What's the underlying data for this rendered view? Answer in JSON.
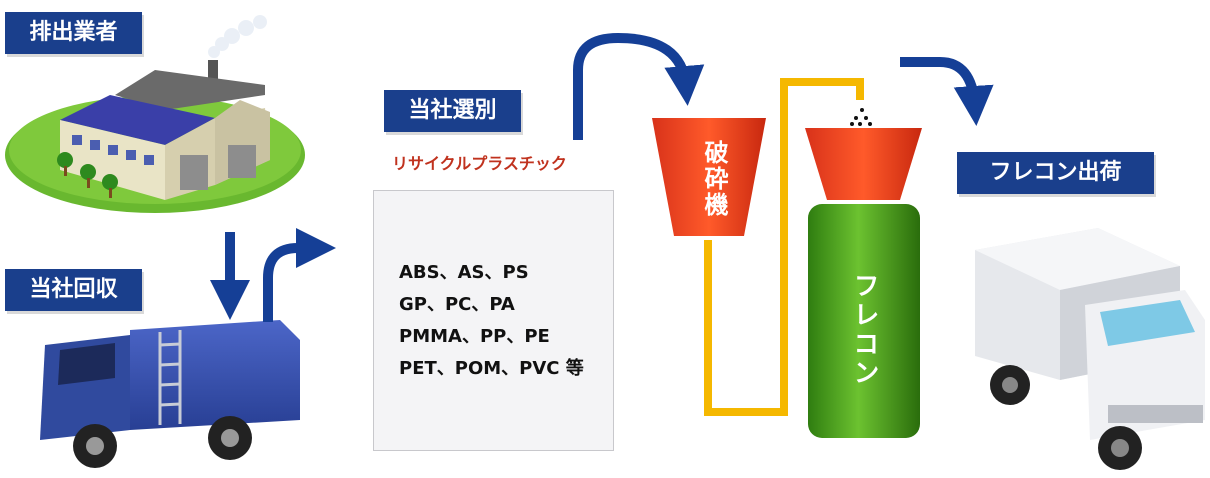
{
  "labels": {
    "discharger": "排出業者",
    "collection": "当社回収",
    "sorting": "当社選別",
    "shipping": "フレコン出荷"
  },
  "recycle_title": "リサイクルプラスチック",
  "plastics": [
    "ABS、AS、PS",
    "GP、PC、PA",
    "PMMA、PP、PE",
    "PET、POM、PVC 等"
  ],
  "crusher": "破砕機",
  "flecon": "フレコン",
  "colors": {
    "label_bg": "#1a3f8c",
    "arrow": "#153f96",
    "recycle_text": "#c0321e",
    "pipe": "#f5b800",
    "hopper": "#e8431c",
    "bag": "#4a9d1f"
  }
}
